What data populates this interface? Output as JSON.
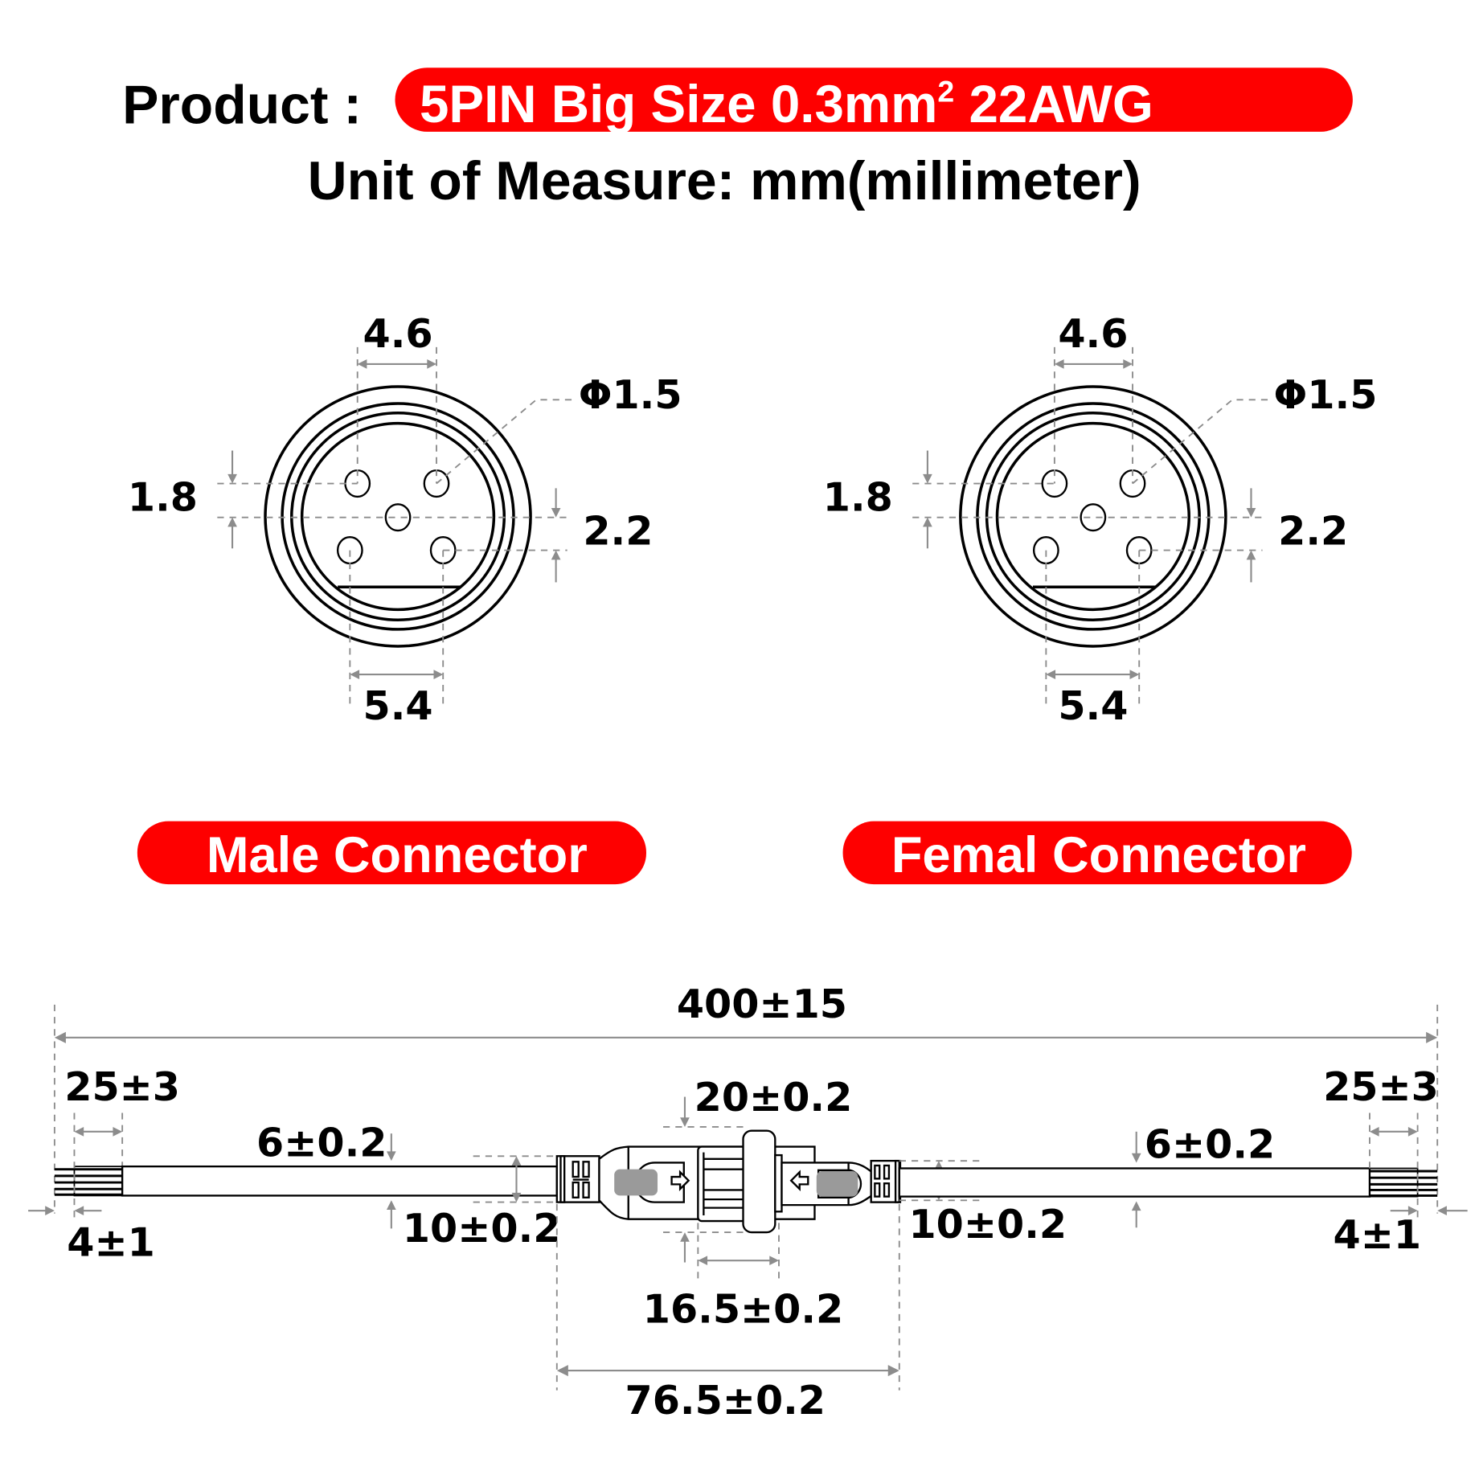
{
  "header": {
    "product_label": "Product :",
    "product_value": "5PIN Big Size  0.3mm² 22AWG",
    "product_value_main": "5PIN Big Size  0.3mm",
    "product_value_sup": "2",
    "product_value_tail": " 22AWG",
    "unit_label": "Unit of Measure:  mm(millimeter)"
  },
  "colors": {
    "accent_red": "#fe0000",
    "text": "#000000",
    "dimension_gray": "#8c8c8c",
    "background": "#ffffff"
  },
  "connectors": [
    {
      "id": "male",
      "label": "Male Connector",
      "pin_count": 5,
      "dimensions": {
        "top_pin_spacing": "4.6",
        "pin_diameter": "Φ1.5",
        "left_vertical": "1.8",
        "right_vertical": "2.2",
        "bottom_pin_spacing": "5.4"
      }
    },
    {
      "id": "female",
      "label": "Femal Connector",
      "pin_count": 5,
      "dimensions": {
        "top_pin_spacing": "4.6",
        "pin_diameter": "Φ1.5",
        "left_vertical": "1.8",
        "right_vertical": "2.2",
        "bottom_pin_spacing": "5.4"
      }
    }
  ],
  "cable": {
    "total_length": "400±15",
    "left_strip_length": "25±3",
    "right_strip_length": "25±3",
    "left_tip_length": "4±1",
    "right_tip_length": "4±1",
    "left_cable_diameter": "6±0.2",
    "right_cable_diameter": "6±0.2",
    "left_boot_diameter": "10±0.2",
    "right_boot_diameter": "10±0.2",
    "nut_diameter": "20±0.2",
    "nut_length": "16.5±0.2",
    "connector_assembly_length": "76.5±0.2",
    "direction_arrows": [
      "arrow-right-icon",
      "arrow-left-icon"
    ]
  }
}
